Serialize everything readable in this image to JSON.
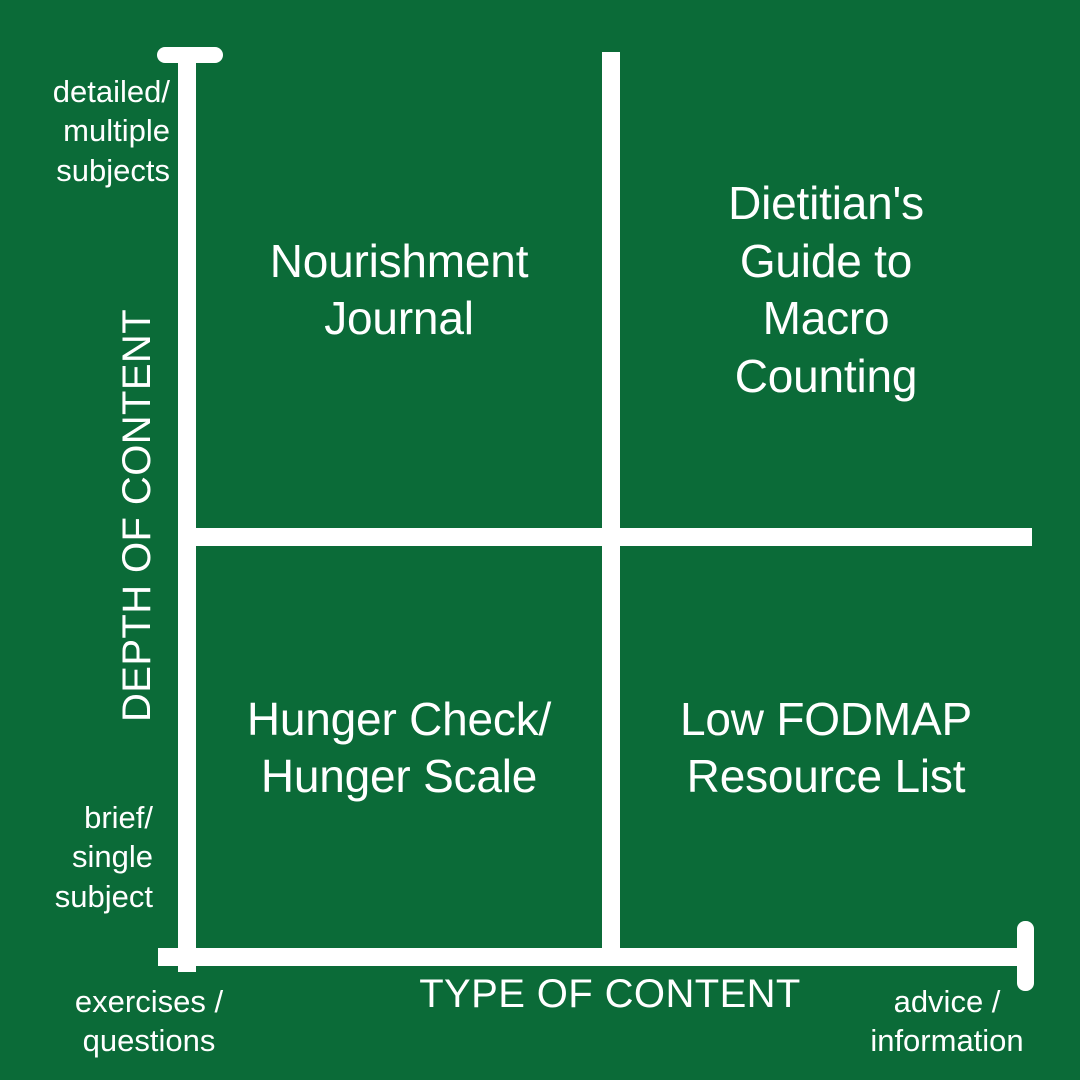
{
  "chart_data": {
    "type": "scatter",
    "title": "",
    "background_color": "#0b6b38",
    "foreground_color": "#ffffff",
    "xlabel": "TYPE OF CONTENT",
    "ylabel": "DEPTH OF CONTENT",
    "x_axis": {
      "title": "TYPE OF CONTENT",
      "low_label": "exercises /\nquestions",
      "high_label": "advice /\ninformation"
    },
    "y_axis": {
      "title": "DEPTH OF CONTENT",
      "low_label": "brief/\nsingle\nsubject",
      "high_label": "detailed/\nmultiple\nsubjects"
    },
    "grid": true,
    "legend": "none",
    "quadrants": [
      {
        "position": "top-left",
        "x": "exercises / questions",
        "y": "detailed / multiple subjects",
        "label": "Nourishment\nJournal"
      },
      {
        "position": "top-right",
        "x": "advice / information",
        "y": "detailed / multiple subjects",
        "label": "Dietitian's\nGuide to\nMacro\nCounting"
      },
      {
        "position": "bottom-left",
        "x": "exercises / questions",
        "y": "brief / single subject",
        "label": "Hunger Check/\nHunger Scale"
      },
      {
        "position": "bottom-right",
        "x": "advice / information",
        "y": "brief / single subject",
        "label": "Low FODMAP\nResource List"
      }
    ]
  }
}
